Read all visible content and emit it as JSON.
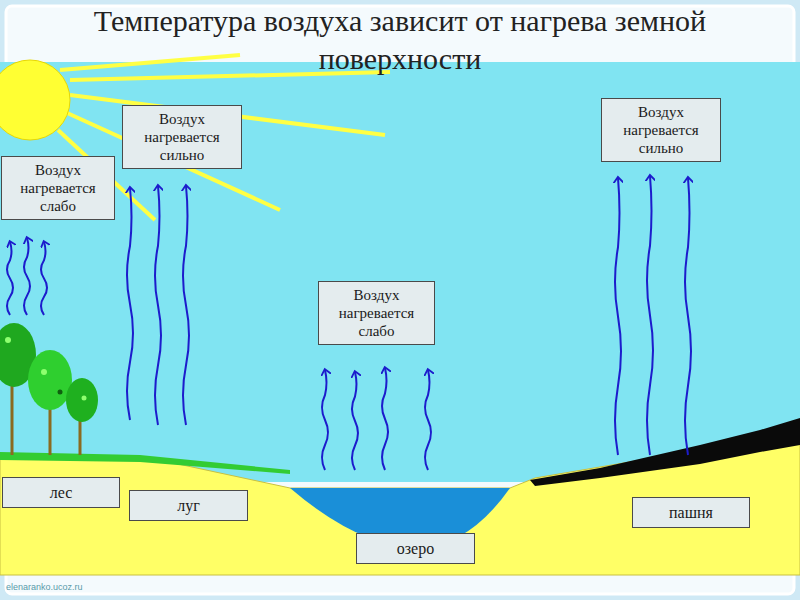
{
  "diagram": {
    "title": "Температура воздуха зависит от нагрева земной поверхности",
    "nodes": [
      {
        "text": [
          "Воздух нагревается слабо"
        ]
      },
      {
        "text": [
          "Воздух нагревается сильно"
        ]
      },
      {
        "text": [
          "Воздух нагревается сильно"
        ]
      },
      {
        "text": [
          "Воздух нагревается слабо"
        ]
      },
      {
        "text": [
          "лес"
        ]
      },
      {
        "text": [
          "луг"
        ]
      },
      {
        "text": [
          "озеро"
        ]
      },
      {
        "text": [
          "пашня"
        ]
      }
    ],
    "labels": [
      "elenaranko.ucoz.ru"
    ]
  }
}
